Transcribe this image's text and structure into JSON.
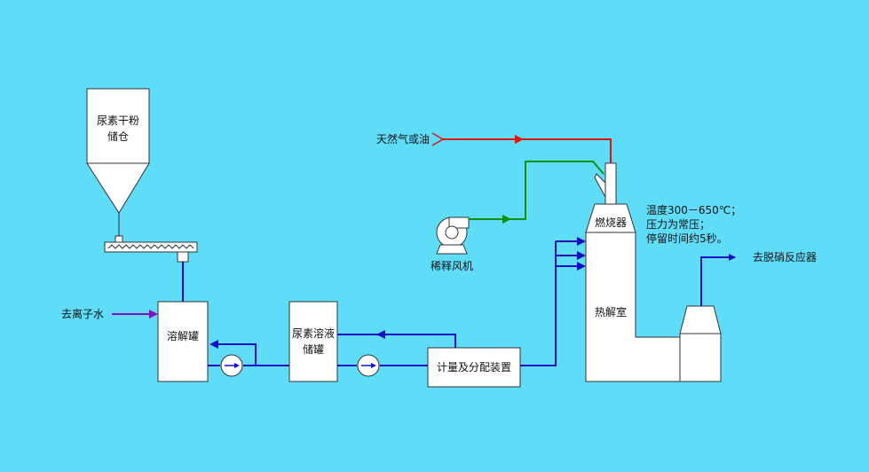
{
  "labels": {
    "silo_line1": "尿素干粉",
    "silo_line2": "储仓",
    "dissolve_tank": "溶解罐",
    "solution_line1": "尿素溶液",
    "solution_line2": "储罐",
    "metering": "计量及分配装置",
    "burner": "燃烧器",
    "pyrolysis": "热解室",
    "fan": "稀释风机",
    "fuel": "天然气或油",
    "water": "去离子水",
    "to_scr": "去脱硝反应器",
    "note_line1": "温度300－650℃；",
    "note_line2": "压力为常压；",
    "note_line3": "停留时间约5秒。"
  },
  "colors": {
    "background": "#5fdcf8",
    "urea_line": "#1010c8",
    "fuel_line": "#e01010",
    "air_line": "#109010",
    "water_line": "#8010c0"
  }
}
